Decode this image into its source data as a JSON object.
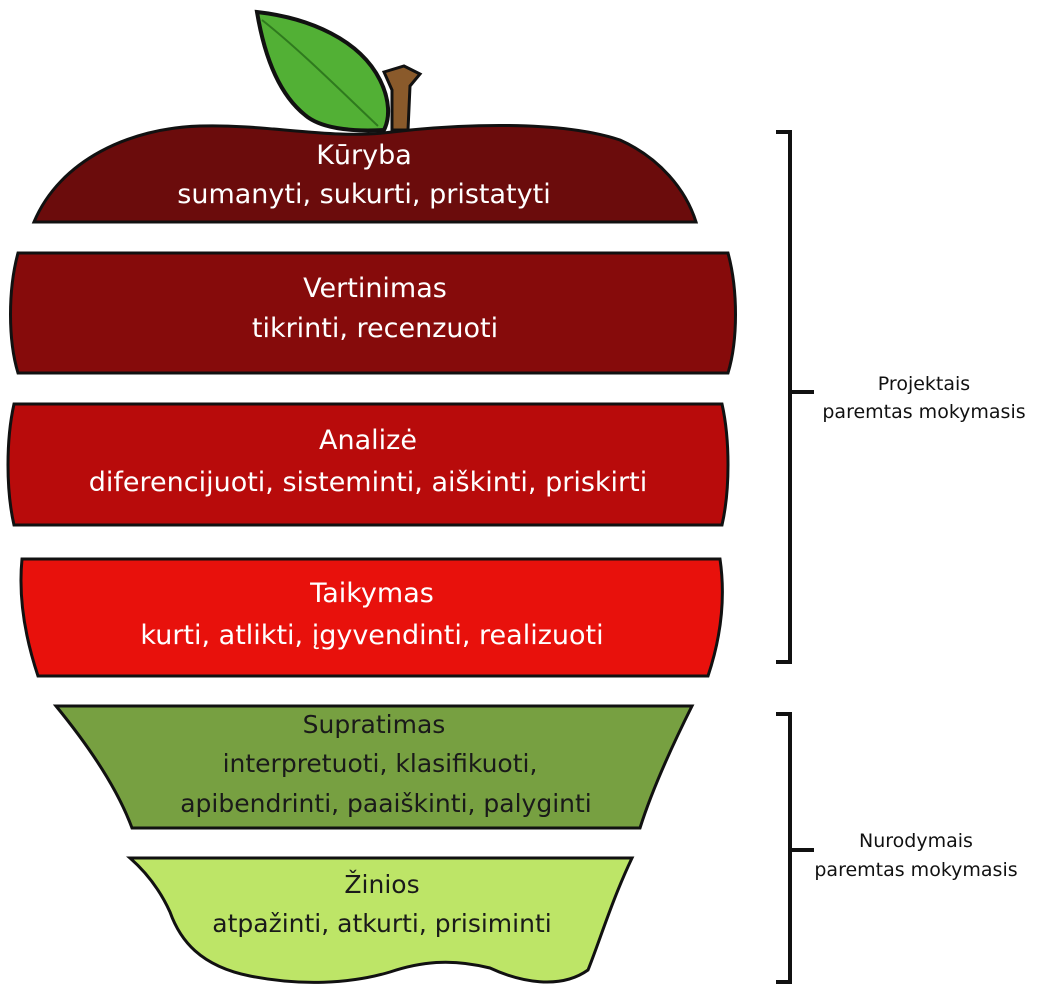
{
  "levels": [
    {
      "title": "Kūryba",
      "lines": [
        "sumanyti, sukurti, pristatyti"
      ],
      "color": "#6b0c0c"
    },
    {
      "title": "Vertinimas",
      "lines": [
        "tikrinti, recenzuoti"
      ],
      "color": "#860b0b"
    },
    {
      "title": "Analizė",
      "lines": [
        "diferencijuoti, sisteminti, aiškinti, priskirti"
      ],
      "color": "#b80b0b"
    },
    {
      "title": "Taikymas",
      "lines": [
        "kurti, atlikti, įgyvendinti, realizuoti"
      ],
      "color": "#e8110c"
    },
    {
      "title": "Supratimas",
      "lines": [
        "interpretuoti, klasifikuoti,",
        "apibendrinti, paaiškinti, palyginti"
      ],
      "color": "#77a041"
    },
    {
      "title": "Žinios",
      "lines": [
        "atpažinti, atkurti, prisiminti"
      ],
      "color": "#bde567"
    }
  ],
  "brackets": [
    {
      "lines": [
        "Projektais",
        "paremtas mokymasis"
      ]
    },
    {
      "lines": [
        "Nurodymais",
        "paremtas mokymasis"
      ]
    }
  ],
  "colors": {
    "leaf": "#52b035",
    "stem": "#8a5a2b",
    "outline": "#111111"
  }
}
